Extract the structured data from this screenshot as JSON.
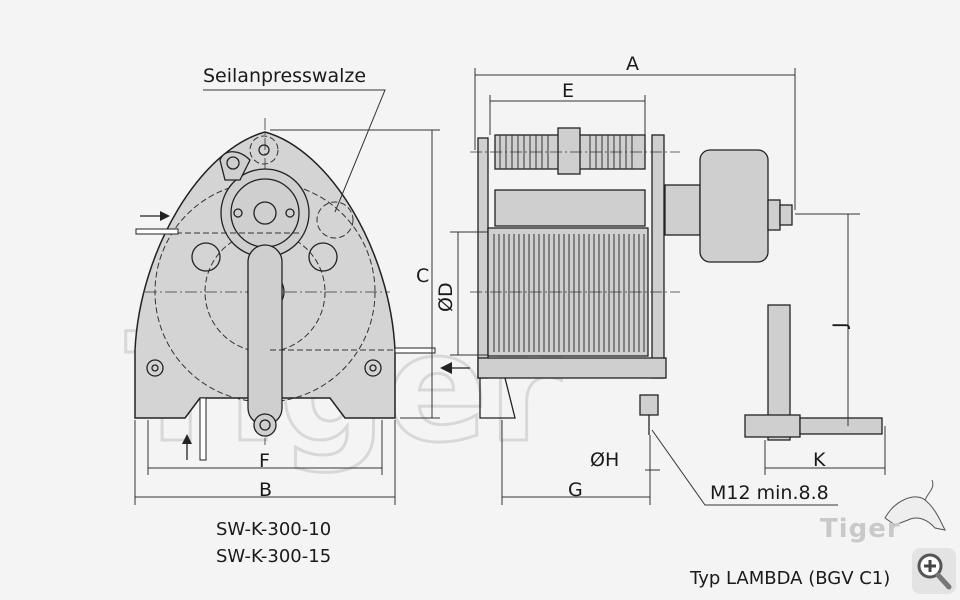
{
  "drawing": {
    "callout": "Seilanpresswalze",
    "dimensions": {
      "A": "A",
      "B": "B",
      "C": "C",
      "D": "ØD",
      "E": "E",
      "F": "F",
      "G": "G",
      "H": "ØH",
      "J": "J",
      "K": "K"
    },
    "bolt_note": "M12 min.8.8",
    "models": [
      "SW-K-300-10",
      "SW-K-300-15"
    ],
    "type_label": "Typ LAMBDA (BGV C1)"
  },
  "brand": {
    "logo_text": "Tiger",
    "watermark": "Tiger"
  },
  "controls": {
    "zoom_icon": "zoom-in-icon"
  }
}
